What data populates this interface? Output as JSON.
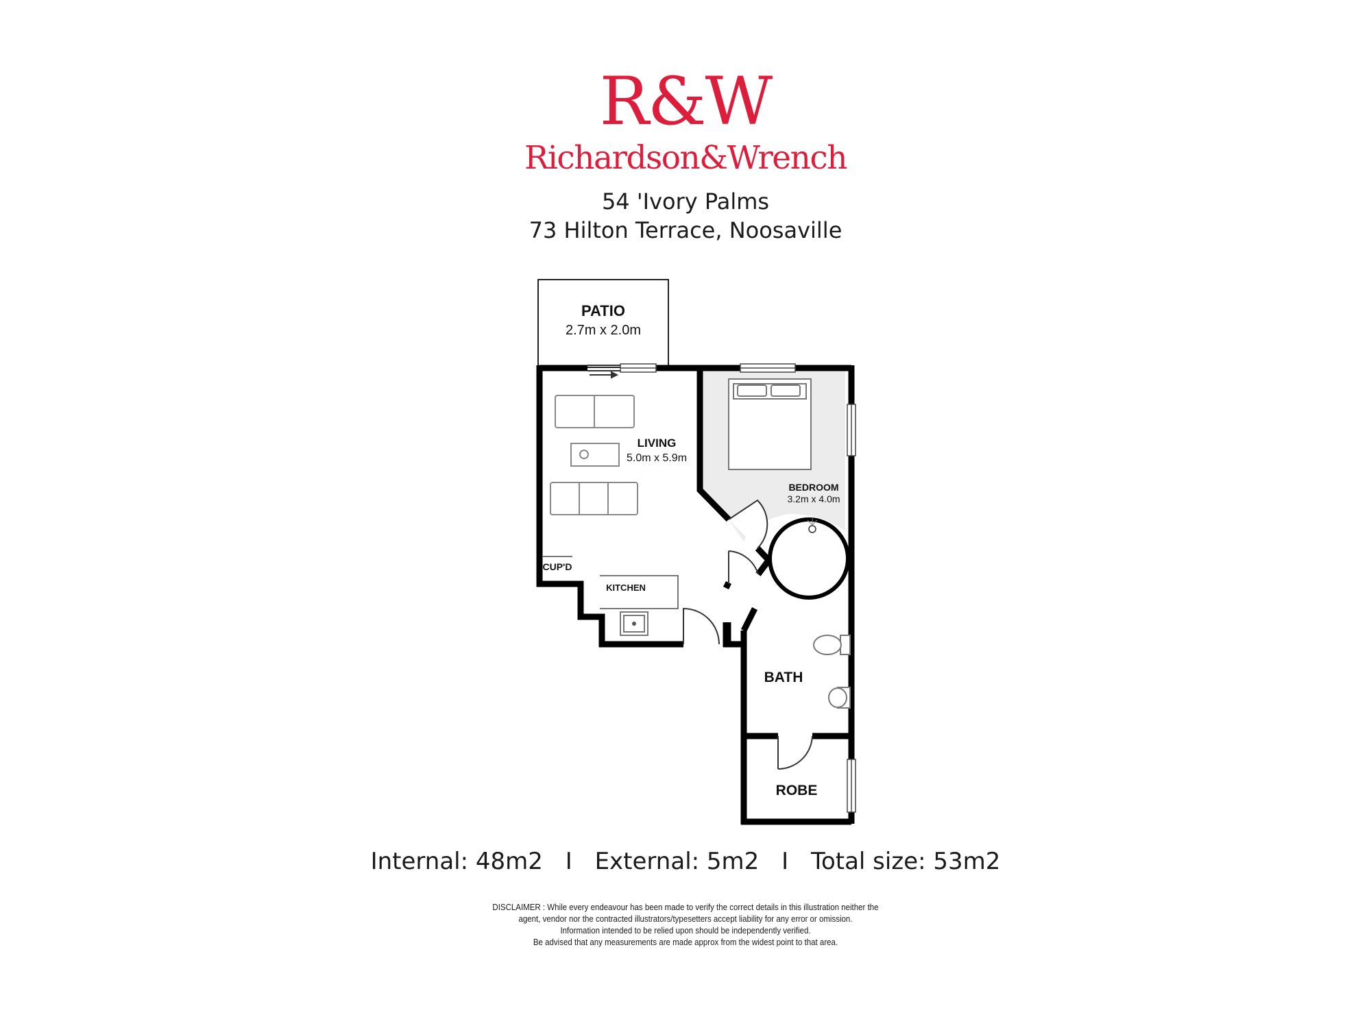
{
  "brand": {
    "monogram": "R&W",
    "name": "Richardson&Wrench",
    "color": "#dc1e3c"
  },
  "address": {
    "line1": "54 'Ivory Palms",
    "line2": "73 Hilton Terrace, Noosaville"
  },
  "rooms": {
    "patio": {
      "name": "PATIO",
      "size": "2.7m x 2.0m"
    },
    "living": {
      "name": "LIVING",
      "size": "5.0m x 5.9m"
    },
    "bedroom": {
      "name": "BEDROOM",
      "size": "3.2m x 4.0m"
    },
    "cupboard": {
      "name": "CUP'D"
    },
    "kitchen": {
      "name": "KITCHEN"
    },
    "bath": {
      "name": "BATH"
    },
    "robe": {
      "name": "ROBE"
    }
  },
  "summary": {
    "internal_label": "Internal:",
    "internal_value": "48m2",
    "external_label": "External:",
    "external_value": "5m2",
    "total_label": "Total size:",
    "total_value": "53m2",
    "separator": "I"
  },
  "disclaimer": {
    "line1": "DISCLAIMER : While every endeavour has been made to verify the correct details in this illustration neither the",
    "line2": "agent, vendor nor the contracted illustrators/typesetters accept liability for any error or omission.",
    "line3": "Information intended to be relied upon should be independently verified.",
    "line4": "Be advised that any measurements are made approx from the widest point to that area."
  }
}
